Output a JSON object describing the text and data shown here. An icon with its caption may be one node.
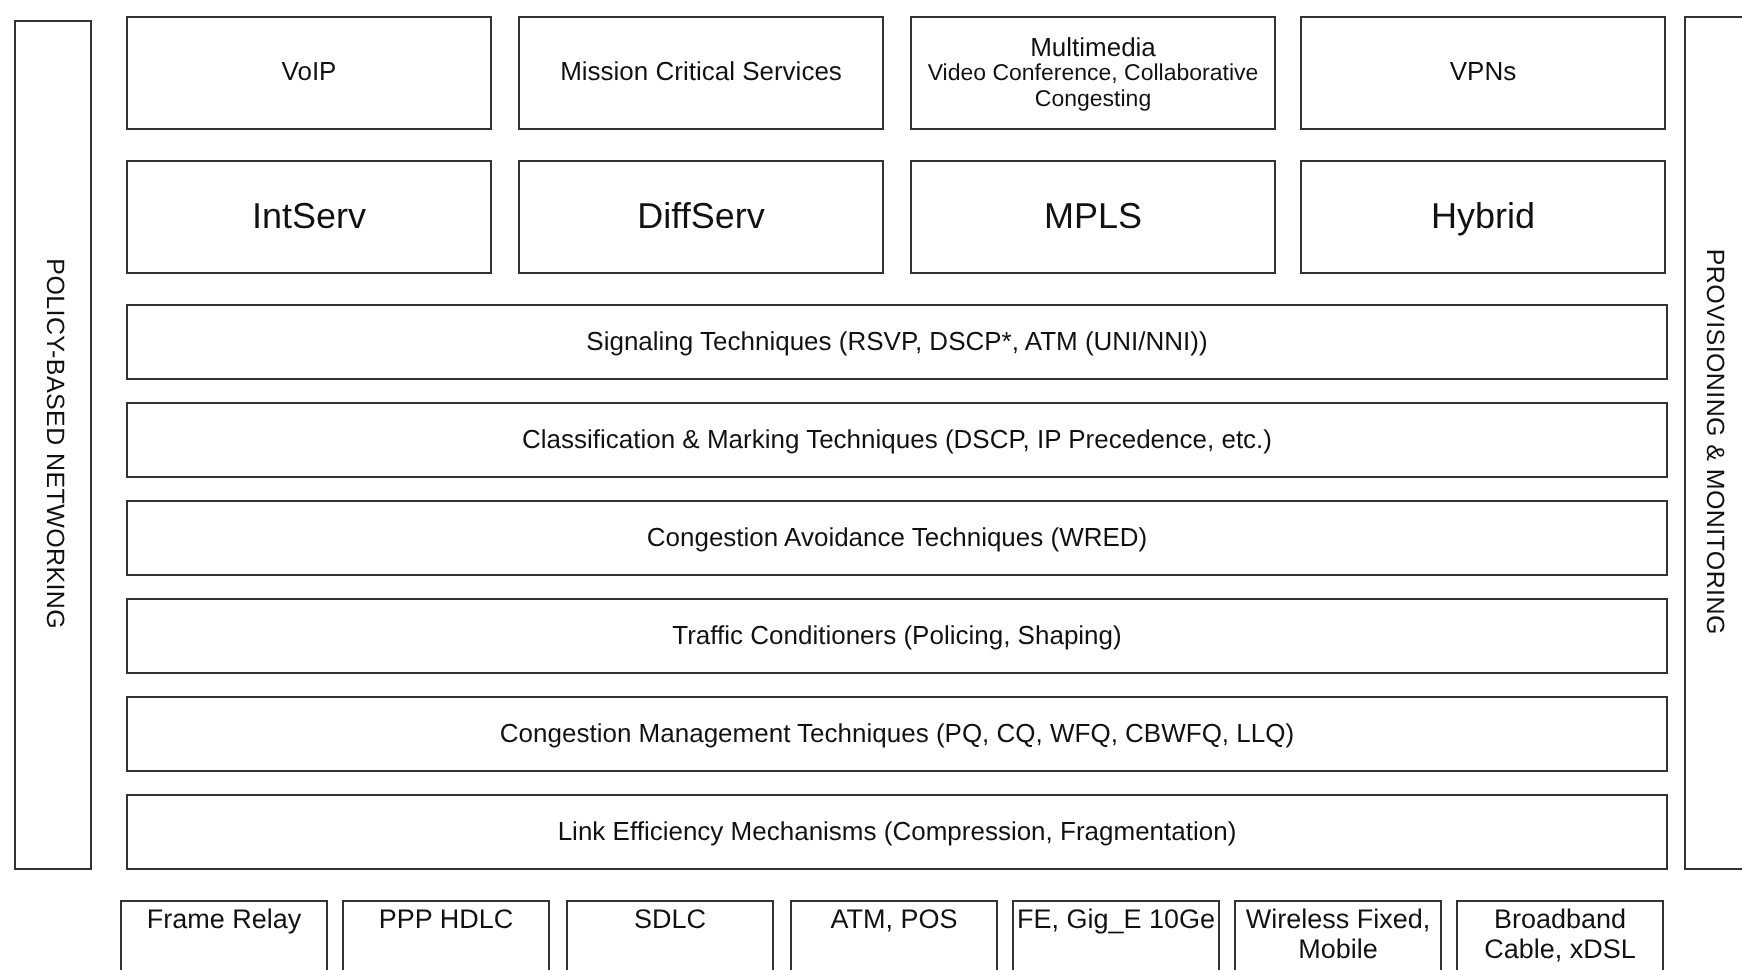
{
  "diagram": {
    "nodes": [
      {
        "text": [
          "POLICY-BASED NETWORKING"
        ]
      },
      {
        "text": [
          "VoIP"
        ]
      },
      {
        "text": [
          "Mission Critical Services"
        ]
      },
      {
        "text": [
          "Multimedia",
          "Video Conference, Collaborative Congesting"
        ]
      },
      {
        "text": [
          "VPNs"
        ]
      },
      {
        "text": [
          "IntServ"
        ]
      },
      {
        "text": [
          "DiffServ"
        ]
      },
      {
        "text": [
          "MPLS"
        ]
      },
      {
        "text": [
          "Hybrid"
        ]
      },
      {
        "text": [
          "Signaling Techniques (RSVP, DSCP*, ATM (UNI/NNI))"
        ]
      },
      {
        "text": [
          "Classification & Marking Techniques (DSCP, IP Precedence, etc.)"
        ]
      },
      {
        "text": [
          "Congestion Avoidance Techniques (WRED)"
        ]
      },
      {
        "text": [
          "Traffic Conditioners (Policing, Shaping)"
        ]
      },
      {
        "text": [
          "Congestion Management Techniques (PQ, CQ, WFQ, CBWFQ, LLQ)"
        ]
      },
      {
        "text": [
          "Link Efficiency Mechanisms (Compression, Fragmentation)"
        ]
      },
      {
        "text": [
          "PROVISIONING & MONITORING"
        ]
      },
      {
        "text": [
          "Frame Relay"
        ]
      },
      {
        "text": [
          "PPP HDLC"
        ]
      },
      {
        "text": [
          "SDLC"
        ]
      },
      {
        "text": [
          "ATM, POS"
        ]
      },
      {
        "text": [
          "FE, Gig_E 10Ge"
        ]
      },
      {
        "text": [
          "Wireless Fixed, Mobile"
        ]
      },
      {
        "text": [
          "Broadband Cable, xDSL"
        ]
      }
    ]
  }
}
